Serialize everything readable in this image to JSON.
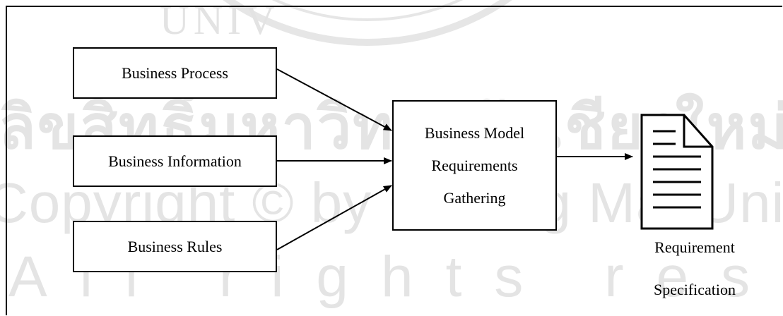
{
  "watermark": {
    "line1": "ลิขสิทธิ์มหาวิทยาลัยเชียงใหม่",
    "line2": "Copyright © by Chiang Mai University",
    "line3": "All rights reserved",
    "arc_text": "UNIV"
  },
  "diagram": {
    "inputs": [
      {
        "label": "Business Process"
      },
      {
        "label": "Business Information"
      },
      {
        "label": "Business Rules"
      }
    ],
    "center": {
      "lines": [
        "Business Model",
        "Requirements",
        "Gathering"
      ]
    },
    "output": {
      "icon": "document-icon",
      "caption_lines": [
        "Requirement",
        "Specification"
      ]
    }
  }
}
